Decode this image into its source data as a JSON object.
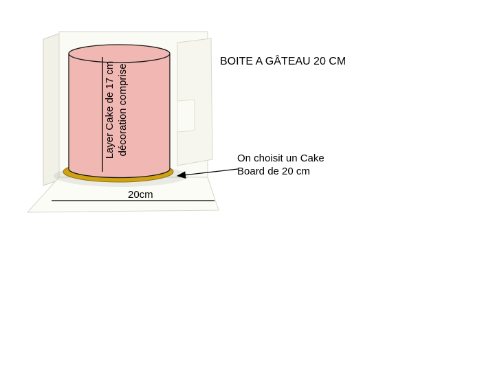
{
  "title": "BOITE A GÂTEAU 20 CM",
  "cake": {
    "label_lines": [
      "Layer Cake de 17 cm",
      "décoration comprise"
    ],
    "fill": "#f1b8b3"
  },
  "board": {
    "fill": "#d0a112",
    "edge": "#8f7313"
  },
  "annotation": {
    "lines": [
      "On choisit un Cake",
      "Board de 20 cm"
    ]
  },
  "measurement_label": "20cm"
}
